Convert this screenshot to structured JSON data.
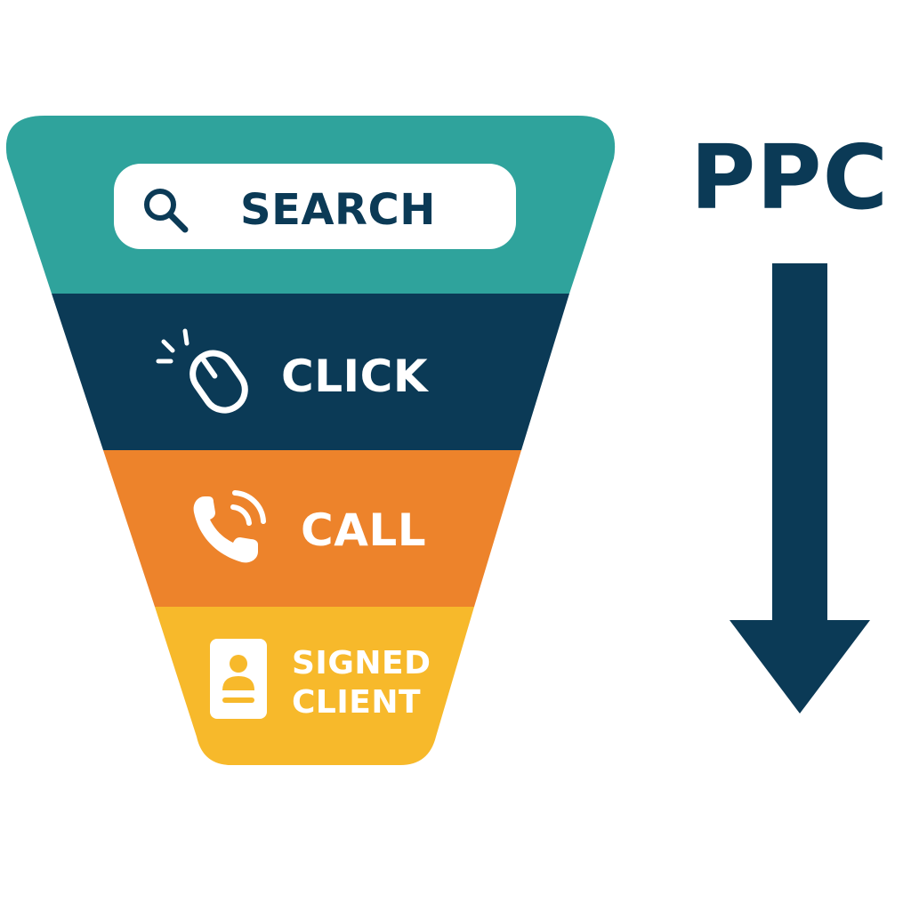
{
  "colors": {
    "teal": "#2fa39c",
    "navy": "#0b3a56",
    "orange": "#ed832b",
    "yellow": "#f7b92b",
    "white": "#ffffff"
  },
  "funnel": {
    "stages": [
      {
        "label": "SEARCH",
        "icon": "search-icon"
      },
      {
        "label": "CLICK",
        "icon": "mouse-click-icon"
      },
      {
        "label": "CALL",
        "icon": "phone-call-icon"
      },
      {
        "label_line1": "SIGNED",
        "label_line2": "CLIENT",
        "icon": "id-badge-icon"
      }
    ]
  },
  "side": {
    "title": "PPC",
    "arrow_icon": "arrow-down-icon"
  }
}
